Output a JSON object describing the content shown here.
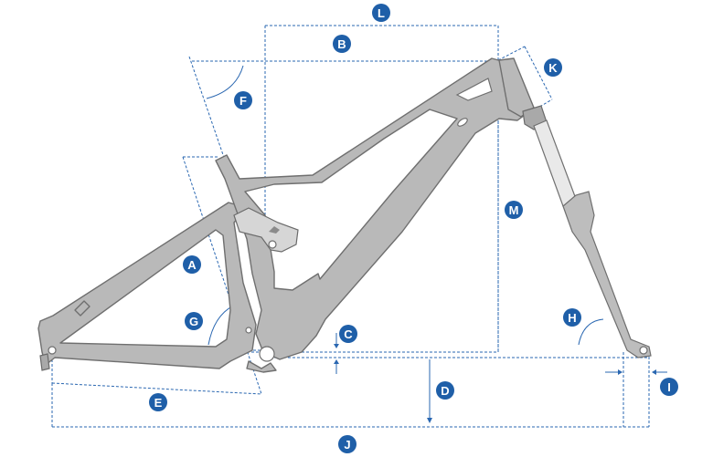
{
  "diagram": {
    "labels": {
      "A": "A",
      "B": "B",
      "C": "C",
      "D": "D",
      "E": "E",
      "F": "F",
      "G": "G",
      "H": "H",
      "I": "I",
      "J": "J",
      "K": "K",
      "L": "L",
      "M": "M"
    },
    "colors": {
      "badge": "#1f5fa8",
      "dimension_line": "#2a67b1",
      "frame": "#b9b9b9",
      "frame_outline": "#6f6f6f",
      "fork_stanchion": "#e9e9e9"
    }
  }
}
